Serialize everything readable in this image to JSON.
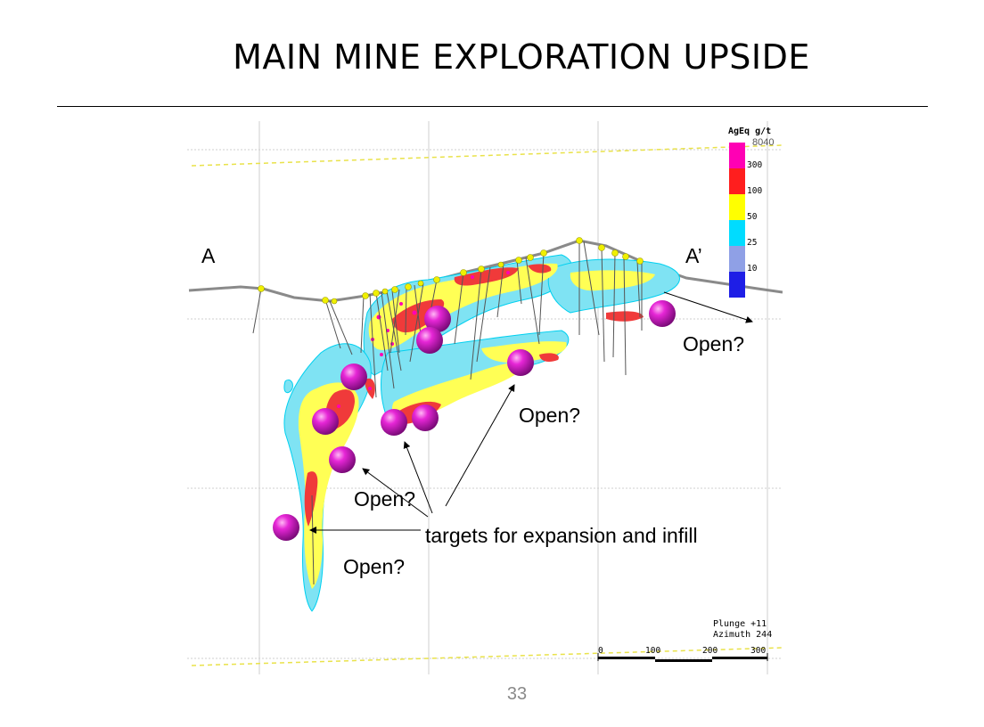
{
  "slide": {
    "title": "MAIN MINE EXPLORATION UPSIDE",
    "page_number": "33"
  },
  "section_labels": {
    "start": "A",
    "end": "A’"
  },
  "legend": {
    "title": "AgEq g/t",
    "max_value": "8040",
    "bins": [
      {
        "label": "300",
        "color": "#ff00b4"
      },
      {
        "label": "100",
        "color": "#ff1e1e"
      },
      {
        "label": "50",
        "color": "#ffff00"
      },
      {
        "label": "25",
        "color": "#00dcff"
      },
      {
        "label": "10",
        "color": "#8fa0e6"
      },
      {
        "label": "",
        "color": "#1e1ee6"
      }
    ]
  },
  "annotations": {
    "open_right": "Open?",
    "open_middle": "Open?",
    "open_lower_left": "Open?",
    "open_bottom": "Open?",
    "targets": "targets for expansion and infill"
  },
  "orientation": {
    "plunge": "Plunge +11",
    "azimuth": "Azimuth 244"
  },
  "scale_bar": {
    "ticks": [
      "0",
      "100",
      "200",
      "300"
    ]
  },
  "colors": {
    "target_sphere": "#e020d0",
    "collar": "#f0f000",
    "topography": "#8a8a8a"
  }
}
